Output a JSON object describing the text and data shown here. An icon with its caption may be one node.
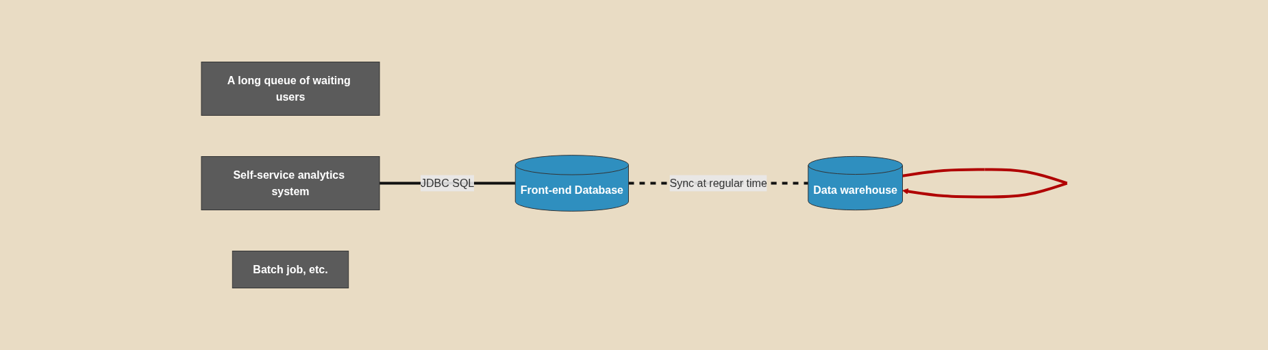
{
  "diagram": {
    "nodes": [
      {
        "text": [
          "A long queue of waiting users"
        ]
      },
      {
        "text": [
          "Self-service analytics system"
        ]
      },
      {
        "text": [
          "Front-end Database"
        ]
      },
      {
        "text": [
          "Data warehouse"
        ]
      },
      {
        "text": [
          "Batch job, etc."
        ]
      }
    ],
    "edges": [
      {
        "from": 1,
        "to": 2,
        "arrow": "none",
        "label": "JDBC SQL"
      },
      {
        "from": 2,
        "to": 3,
        "arrow": "none",
        "label": "Sync at regular time",
        "style": "dashed"
      },
      {
        "from": 3,
        "to": 3,
        "arrow": "to",
        "color": "#b00000"
      }
    ]
  }
}
